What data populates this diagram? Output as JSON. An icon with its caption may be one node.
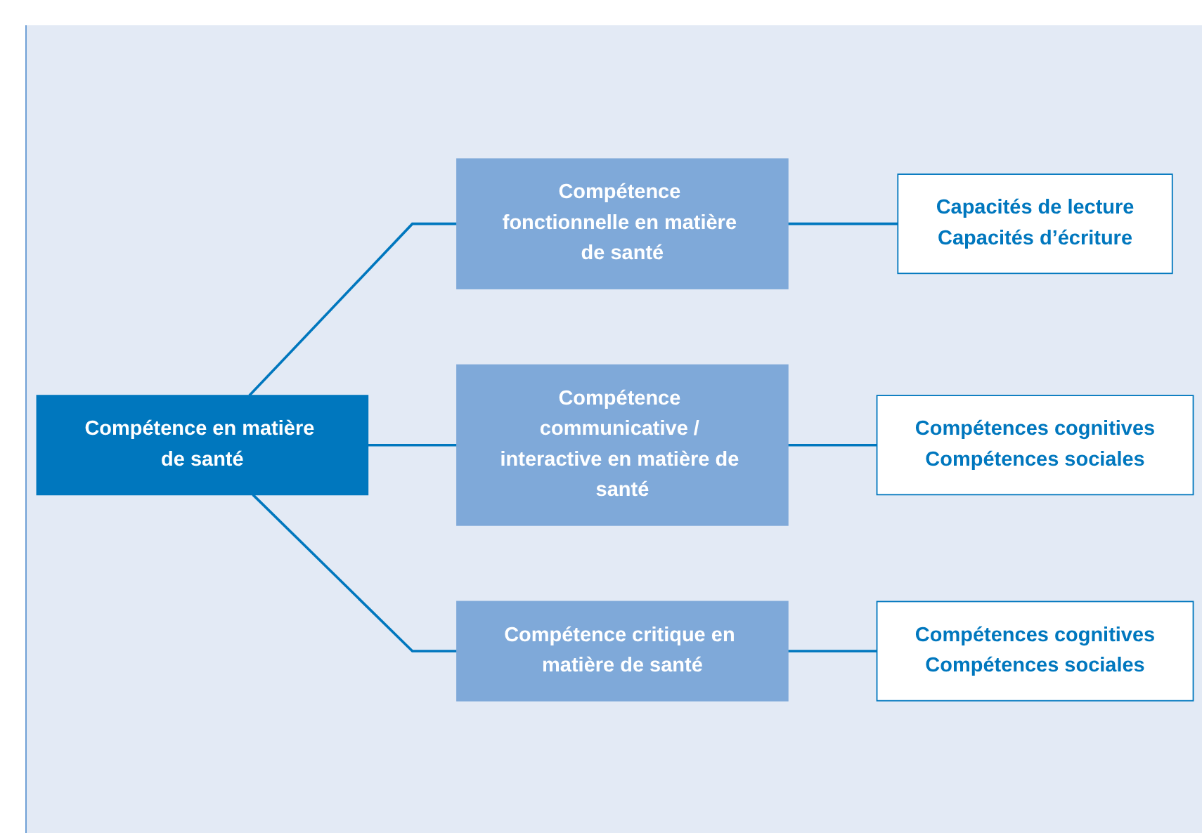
{
  "diagram": {
    "nodes": [
      {
        "text": [
          "Compétence en matière de santé"
        ]
      },
      {
        "text": [
          "Compétence fonctionnelle en matière de santé"
        ]
      },
      {
        "text": [
          "Compétence communicative / interactive en matière de santé"
        ]
      },
      {
        "text": [
          "Compétence critique en matière de santé"
        ]
      },
      {
        "text": [
          "Capacités de lecture",
          "Capacités d’écriture"
        ]
      },
      {
        "text": [
          "Compétences cognitives",
          "Compétences sociales"
        ]
      },
      {
        "text": [
          "Compétences cognitives",
          "Compétences sociales"
        ]
      }
    ],
    "edges": [
      {
        "from": 0,
        "to": 1,
        "arrow": "none"
      },
      {
        "from": 0,
        "to": 2,
        "arrow": "none"
      },
      {
        "from": 0,
        "to": 3,
        "arrow": "none"
      },
      {
        "from": 1,
        "to": 4,
        "arrow": "none"
      },
      {
        "from": 2,
        "to": 5,
        "arrow": "none"
      },
      {
        "from": 3,
        "to": 6,
        "arrow": "none"
      }
    ]
  }
}
